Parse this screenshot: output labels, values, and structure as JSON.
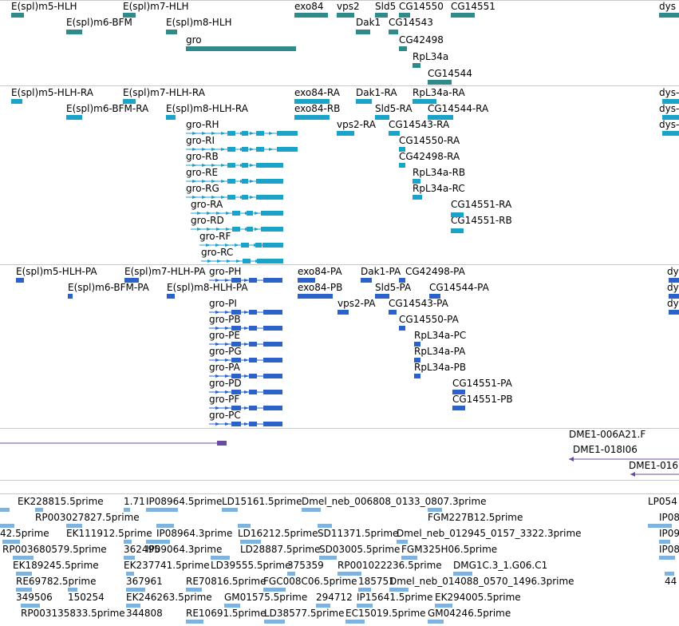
{
  "colors": {
    "genes": "#2e8b8a",
    "transcripts": "#1aa3c8",
    "proteins": "#2b62c9",
    "bac": "#6a4c9c",
    "est": "#7fb3de",
    "separator": "#c8c8c8"
  },
  "tracks": [
    {
      "name": "genes",
      "color": "genes",
      "labels": [
        "E(spl)m5-HLH",
        "E(spl)m7-HLH",
        "exo84",
        "vps2",
        "Sld5",
        "CG14550",
        "CG14551",
        "dys",
        "E(spl)m6-BFM",
        "E(spl)m8-HLH",
        "Dak1",
        "CG14543",
        "gro",
        "CG42498",
        "RpL34a",
        "CG14544"
      ]
    },
    {
      "name": "transcripts",
      "color": "transcripts",
      "labels": [
        "E(spl)m5-HLH-RA",
        "E(spl)m7-HLH-RA",
        "exo84-RA",
        "Dak1-RA",
        "RpL34a-RA",
        "dys-",
        "E(spl)m6-BFM-RA",
        "E(spl)m8-HLH-RA",
        "exo84-RB",
        "Sld5-RA",
        "CG14544-RA",
        "dys-",
        "gro-RH",
        "vps2-RA",
        "CG14543-RA",
        "dys-",
        "gro-RI",
        "CG14550-RA",
        "gro-RB",
        "CG42498-RA",
        "gro-RE",
        "RpL34a-RB",
        "gro-RG",
        "RpL34a-RC",
        "gro-RA",
        "CG14551-RA",
        "gro-RD",
        "CG14551-RB",
        "gro-RF",
        "gro-RC"
      ]
    },
    {
      "name": "proteins",
      "color": "proteins",
      "labels": [
        "E(spl)m5-HLH-PA",
        "E(spl)m7-HLH-PA",
        "gro-PH",
        "exo84-PA",
        "Dak1-PA",
        "CG42498-PA",
        "dy",
        "E(spl)m6-BFM-PA",
        "E(spl)m8-HLH-PA",
        "exo84-PB",
        "Sld5-PA",
        "CG14544-PA",
        "dy",
        "gro-PI",
        "vps2-PA",
        "CG14543-PA",
        "dy",
        "gro-PB",
        "CG14550-PA",
        "gro-PE",
        "RpL34a-PC",
        "gro-PG",
        "RpL34a-PA",
        "gro-PA",
        "RpL34a-PB",
        "gro-PD",
        "CG14551-PA",
        "gro-PF",
        "CG14551-PB",
        "gro-PC"
      ]
    },
    {
      "name": "bac",
      "color": "bac",
      "labels": [
        "DME1-006A21.F",
        "DME1-018I06",
        "DME1-016"
      ]
    },
    {
      "name": "est",
      "color": "est",
      "labels": [
        "EK228815.5prime",
        "1.71",
        "IP08964.5prime",
        "LD15161.5prime",
        "Dmel_neb_006808_0133_0807.3prime",
        "LP054",
        "RP003027827.5prime",
        "FGM227B12.5prime",
        "IP08",
        "42.5prime",
        "EK111912.5prime",
        "IP08964.3prime",
        "LD16212.5prime",
        "SD11371.5prime",
        "Dmel_neb_012945_0157_3322.3prime",
        "IP09",
        "RP003680579.5prime",
        "362495",
        "IP09064.3prime",
        "LD28887.5prime",
        "SD03005.5prime",
        "FGM325H06.5prime",
        "IP08",
        "EK189245.5prime",
        "EK237741.5prime",
        "LD39555.5prime",
        "375359",
        "RP001022236.5prime",
        "DMG1C.3_1.G06.C1",
        "RE69782.5prime",
        "367961",
        "RE70816.5prime",
        "FGC008C06.5prime",
        "185751",
        "Dmel_neb_014088_0570_1496.3prime",
        "44",
        "349506",
        "150254",
        "EK246263.5prime",
        "GM01575.5prime",
        "294712",
        "IP15641.5prime",
        "EK294005.5prime",
        "RP003135833.5prime",
        "344808",
        "RE10691.5prime",
        "LD38577.5prime",
        "EC15019.5prime",
        "GM04246.5prime"
      ]
    }
  ]
}
